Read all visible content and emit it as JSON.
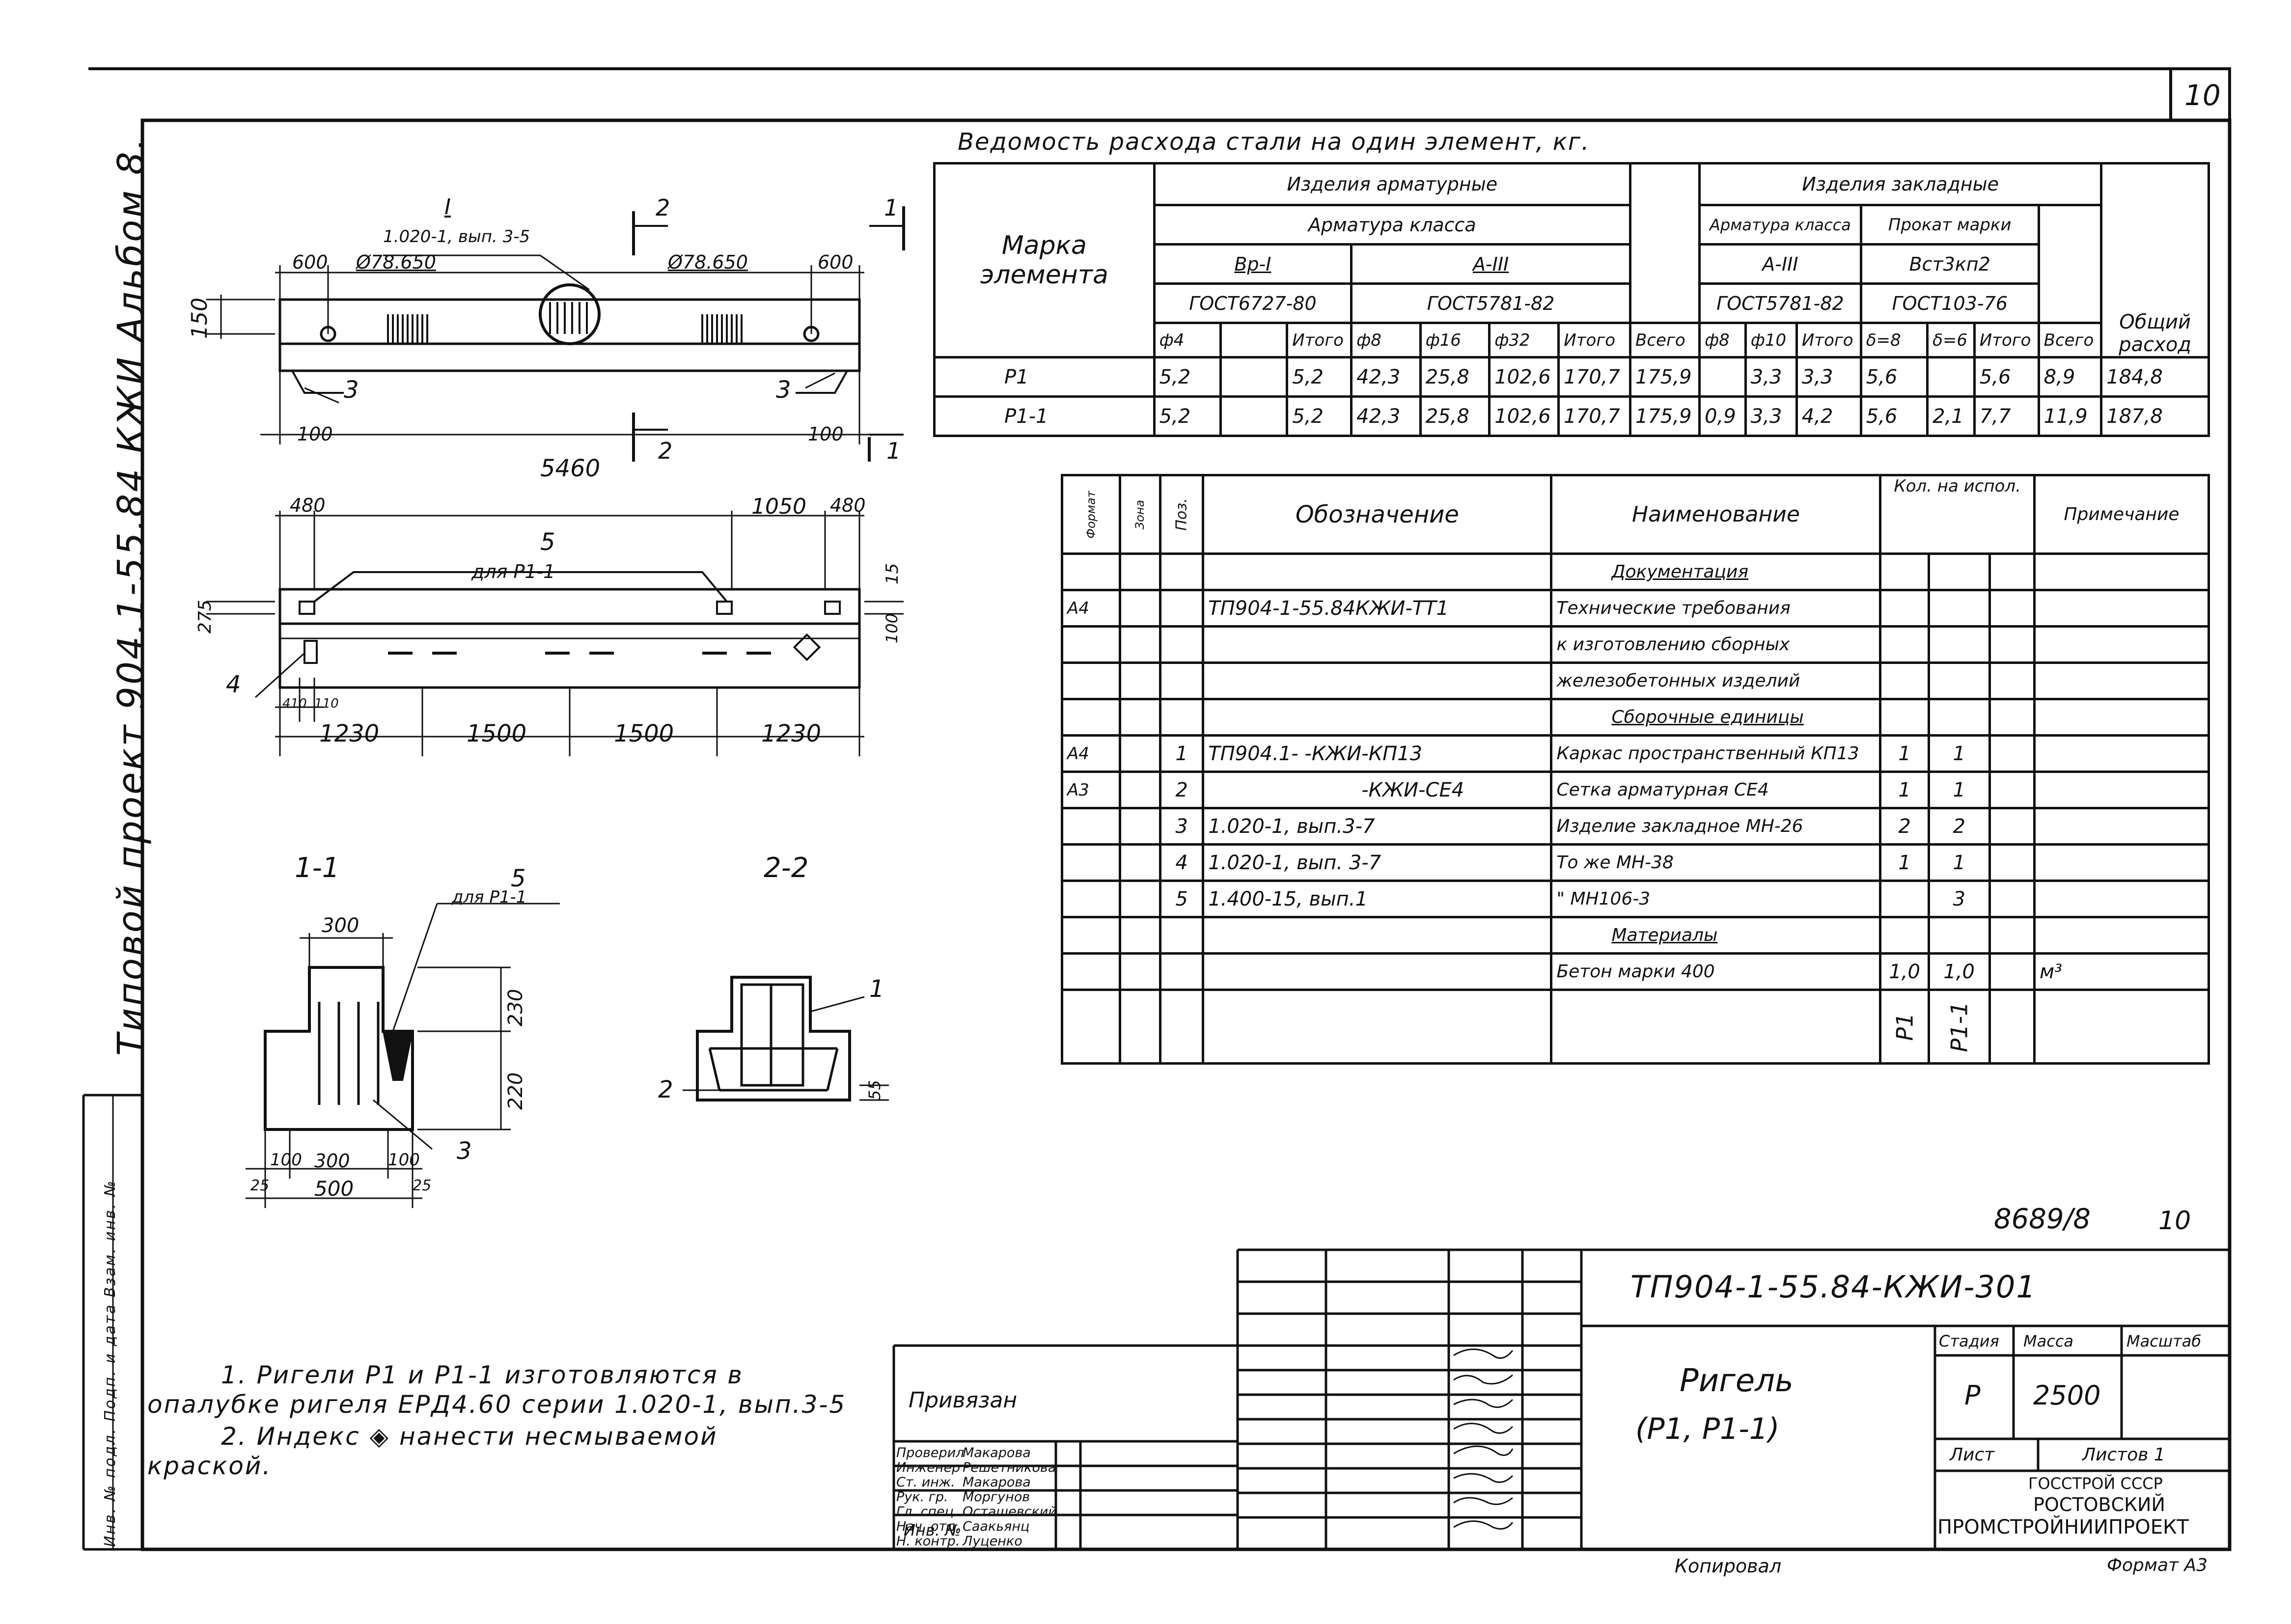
{
  "sheet": {
    "page_number": "10",
    "side_strip": {
      "project": "Типовой проект 904.1-55.84 КЖИ Альбом 8.",
      "inventory_labels": "Инв. № подл. Подп. и дата Взам. инв. №"
    }
  },
  "drawing": {
    "elevation": {
      "label_I": "I",
      "ref_I": "1.020-1, вып. 3-5",
      "hole_left": "Ø78.650",
      "hole_right": "Ø78.650",
      "d600_left": "600",
      "d600_right": "600",
      "d150": "150",
      "d100_left": "100",
      "d100_right": "100",
      "length": "5460",
      "mark3_left": "3",
      "mark3_right": "3",
      "section_mark_1_top": "1",
      "section_mark_1_bottom": "1",
      "section_mark_2_top": "2",
      "section_mark_2_bottom": "2"
    },
    "plan": {
      "d480_left": "480",
      "d1050": "1050",
      "d480_right": "480",
      "d275": "275",
      "d15": "15",
      "d100": "100",
      "mark5": "5",
      "for_p11": "для Р1-1",
      "mark4": "4",
      "d410": "410",
      "d110": "110",
      "dims": [
        "1230",
        "1500",
        "1500",
        "1230"
      ]
    },
    "section11": {
      "title": "1-1",
      "d300": "300",
      "mark5": "5",
      "for_p11": "для Р1-1",
      "d230": "230",
      "d220": "220",
      "bottom_dims": [
        "100",
        "300",
        "100"
      ],
      "d25_left": "25",
      "d500": "500",
      "d25_right": "25",
      "mark3": "3"
    },
    "section22": {
      "title": "2-2",
      "mark1": "1",
      "mark2": "2",
      "d55": "55"
    }
  },
  "steel_table": {
    "title": "Ведомость расхода стали на один элемент, кг.",
    "col_mark": "Марка элемента",
    "group_reinf": "Изделия арматурные",
    "group_emb": "Изделия закладные",
    "reinf_class": "Арматура класса",
    "bp1": "Вр-I",
    "a3": "А-III",
    "gost6727": "ГОСТ6727-80",
    "gost5781": "ГОСТ5781-82",
    "emb_reinf_class": "Арматура класса",
    "emb_rolled": "Прокат марки",
    "emb_a3": "А-III",
    "emb_vst": "Вст3кп2",
    "emb_gost5781": "ГОСТ5781-82",
    "emb_gost103": "ГОСТ103-76",
    "col_total_general": "Общий расход",
    "sub_headers": [
      "ф4",
      "",
      "Итого",
      "ф8",
      "ф16",
      "ф32",
      "Итого",
      "Всего",
      "ф8",
      "ф10",
      "Итого",
      "δ=8",
      "δ=6",
      "Итого",
      "Всего",
      "Общий расход"
    ],
    "rows": [
      {
        "mark": "Р1",
        "cells": [
          "5,2",
          "",
          "5,2",
          "42,3",
          "25,8",
          "102,6",
          "170,7",
          "175,9",
          "",
          "3,3",
          "3,3",
          "5,6",
          "",
          "5,6",
          "8,9",
          "184,8"
        ]
      },
      {
        "mark": "Р1-1",
        "cells": [
          "5,2",
          "",
          "5,2",
          "42,3",
          "25,8",
          "102,6",
          "170,7",
          "175,9",
          "0,9",
          "3,3",
          "4,2",
          "5,6",
          "2,1",
          "7,7",
          "11,9",
          "187,8"
        ]
      }
    ]
  },
  "spec_table": {
    "headers": {
      "format": "Формат",
      "zone": "Зона",
      "pos": "Поз.",
      "designation": "Обозначение",
      "name": "Наименование",
      "qty": "Кол. на испол.",
      "note": "Примечание"
    },
    "rows": [
      {
        "f": "",
        "z": "",
        "p": "",
        "d": "",
        "n": "Документация",
        "q1": "",
        "q2": "",
        "note": "",
        "u": true
      },
      {
        "f": "А4",
        "z": "",
        "p": "",
        "d": "ТП904-1-55.84КЖИ-ТТ1",
        "n": "Технические требования",
        "q1": "",
        "q2": "",
        "note": ""
      },
      {
        "f": "",
        "z": "",
        "p": "",
        "d": "",
        "n": "к изготовлению сборных",
        "q1": "",
        "q2": "",
        "note": ""
      },
      {
        "f": "",
        "z": "",
        "p": "",
        "d": "",
        "n": "железобетонных изделий",
        "q1": "",
        "q2": "",
        "note": ""
      },
      {
        "f": "",
        "z": "",
        "p": "",
        "d": "",
        "n": "Сборочные единицы",
        "q1": "",
        "q2": "",
        "note": "",
        "u": true
      },
      {
        "f": "А4",
        "z": "",
        "p": "1",
        "d": "ТП904.1-   -КЖИ-КП13",
        "n": "Каркас пространственный КП13",
        "q1": "1",
        "q2": "1",
        "note": ""
      },
      {
        "f": "А3",
        "z": "",
        "p": "2",
        "d": "-КЖИ-СЕ4",
        "n": "Сетка арматурная СЕ4",
        "q1": "1",
        "q2": "1",
        "note": ""
      },
      {
        "f": "",
        "z": "",
        "p": "3",
        "d": "1.020-1, вып.3-7",
        "n": "Изделие закладное МН-26",
        "q1": "2",
        "q2": "2",
        "note": ""
      },
      {
        "f": "",
        "z": "",
        "p": "4",
        "d": "1.020-1, вып. 3-7",
        "n": "То же        МН-38",
        "q1": "1",
        "q2": "1",
        "note": ""
      },
      {
        "f": "",
        "z": "",
        "p": "5",
        "d": "1.400-15, вып.1",
        "n": "\"            МН106-3",
        "q1": "",
        "q2": "3",
        "note": ""
      },
      {
        "f": "",
        "z": "",
        "p": "",
        "d": "",
        "n": "Материалы",
        "q1": "",
        "q2": "",
        "note": "",
        "u": true
      },
      {
        "f": "",
        "z": "",
        "p": "",
        "d": "",
        "n": "Бетон марки 400",
        "q1": "1,0",
        "q2": "1,0",
        "note": "м³"
      }
    ],
    "variants": [
      "Р1",
      "Р1-1"
    ]
  },
  "notes": [
    "1. Ригели Р1 и Р1-1 изготовляются в опалубке ригеля ЕРД4.60 серии 1.020-1, вып.3-5",
    "2. Индекс ◈ нанести несмываемой краской."
  ],
  "title_block": {
    "doc_code": "ТП904-1-55.84-КЖИ-301",
    "sheet_ref": "8689/8",
    "sheet_ref_num": "10",
    "linked": "Привязан",
    "inv_no": "Инв. №",
    "title_line1": "Ригель",
    "title_line2": "(Р1, Р1-1)",
    "stage_h": "Стадия",
    "mass_h": "Масса",
    "scale_h": "Масштаб",
    "stage_v": "Р",
    "mass_v": "2500",
    "sheet_h": "Лист",
    "sheets_h": "Листов 1",
    "org1": "ГОССТРОЙ СССР",
    "org2": "РОСТОВСКИЙ",
    "org3": "ПРОМСТРОЙНИИПРОЕКТ",
    "copied": "Копировал",
    "format": "Формат А3",
    "signers": [
      {
        "role": "Проверил",
        "name": "Макарова"
      },
      {
        "role": "Инженер",
        "name": "Решетникова"
      },
      {
        "role": "Ст. инж.",
        "name": "Макарова"
      },
      {
        "role": "Рук. гр.",
        "name": "Моргунов"
      },
      {
        "role": "Гл. спец.",
        "name": "Осташевский"
      },
      {
        "role": "Нач. отд.",
        "name": "Саакьянц"
      },
      {
        "role": "Н. контр.",
        "name": "Луценко"
      }
    ]
  }
}
